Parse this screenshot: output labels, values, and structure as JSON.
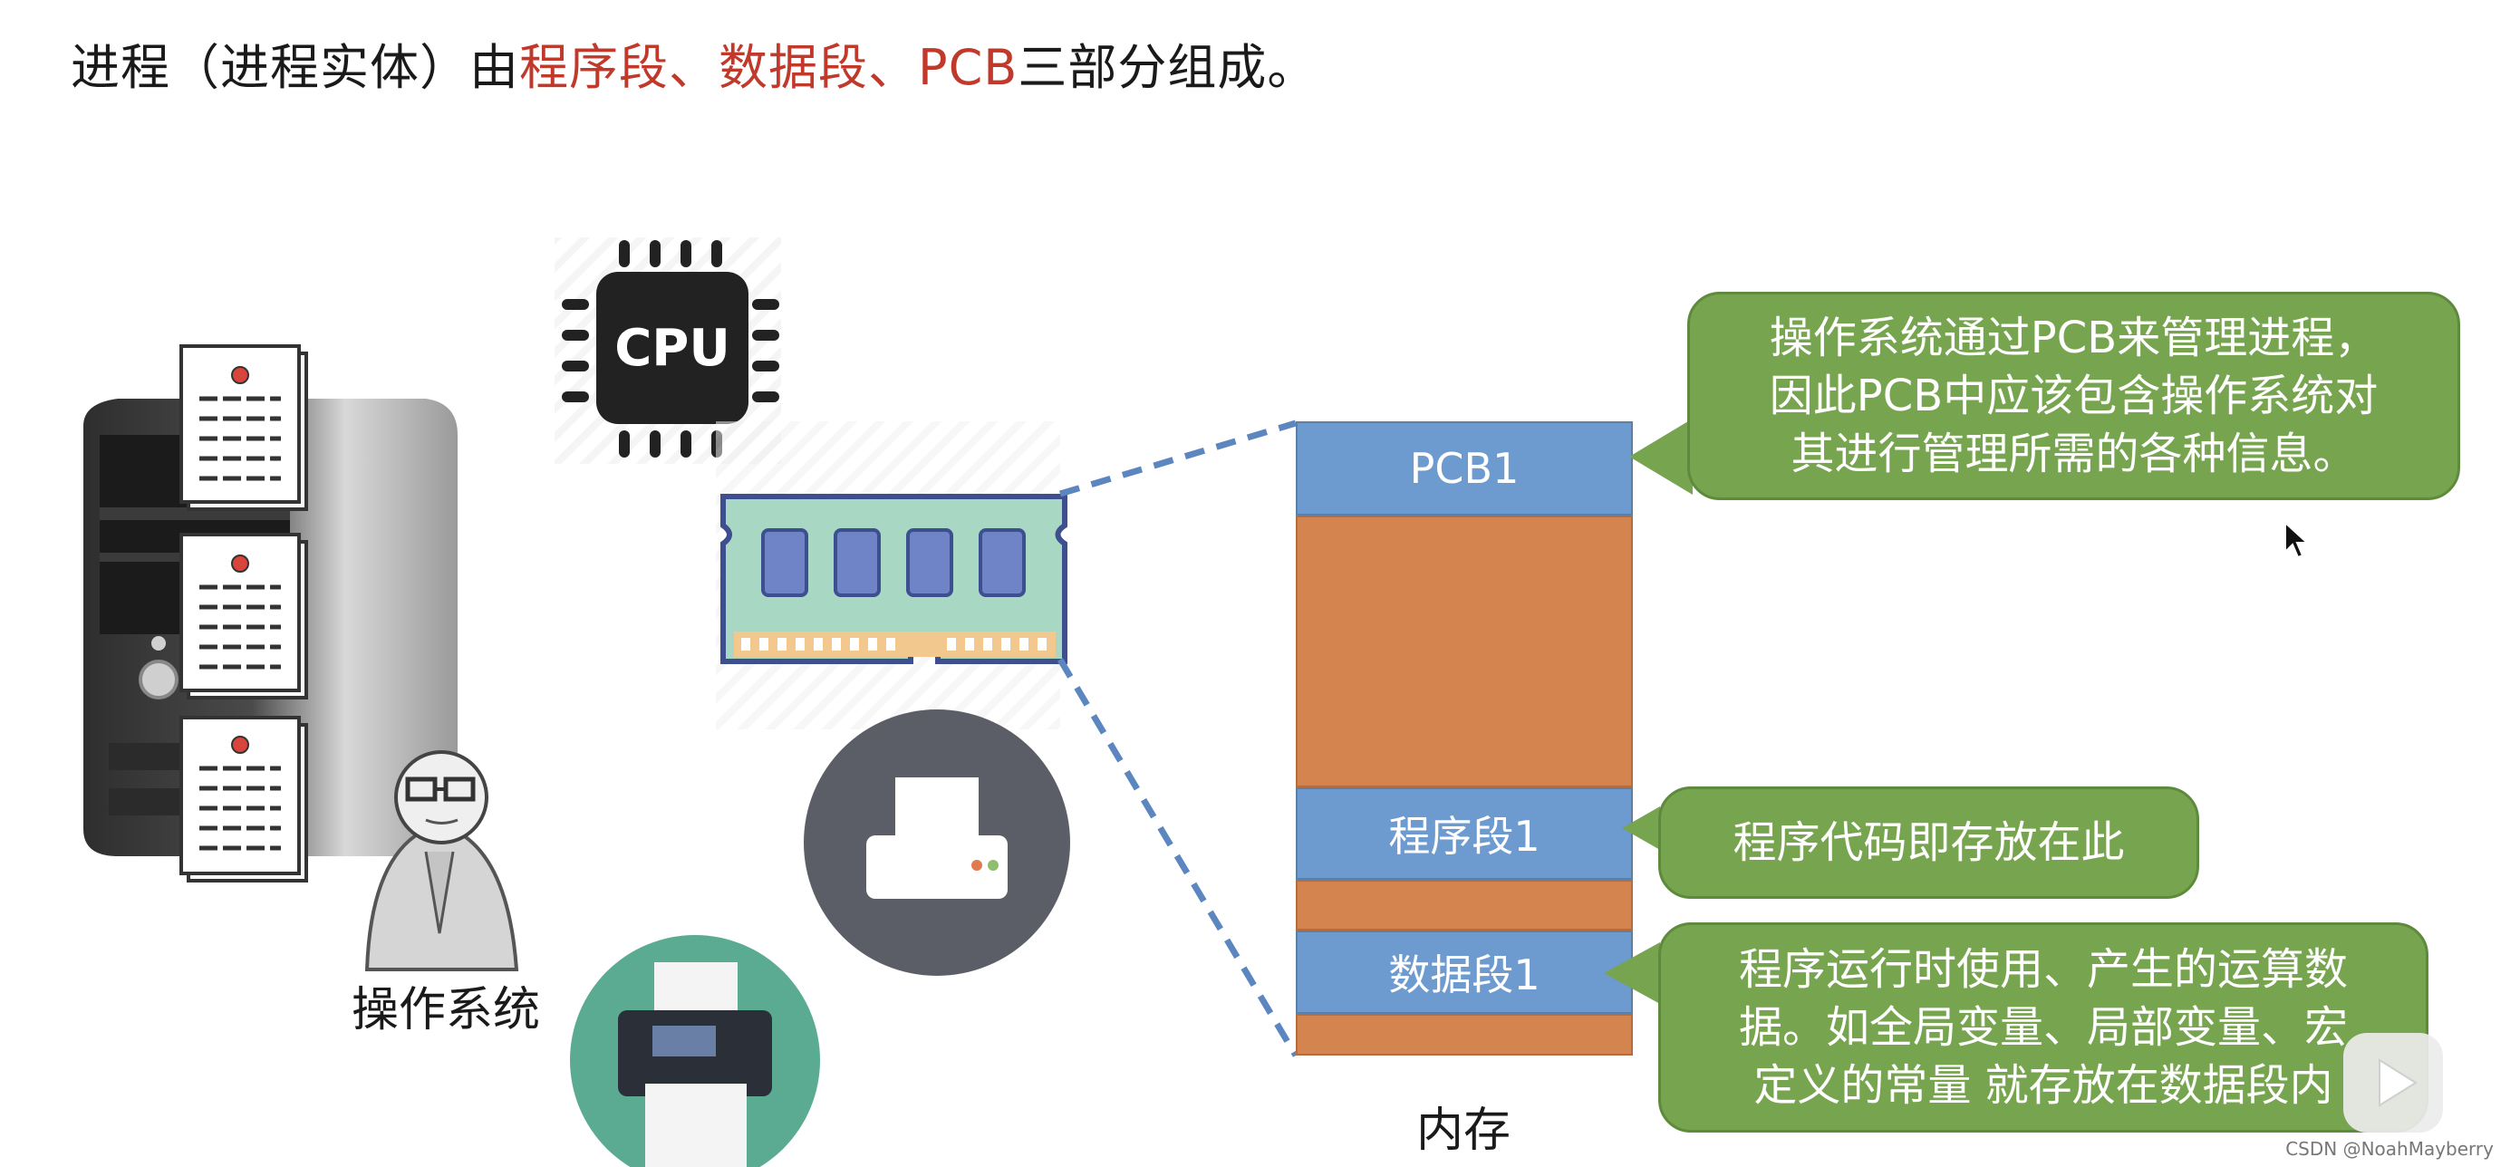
{
  "title": {
    "prefix": "进程（进程实体）由",
    "highlight1": "程序段、",
    "highlight2": "数据段、",
    "highlight3": "PCB",
    "suffix": "三部分组成。"
  },
  "icons": {
    "cpu_label": "CPU",
    "server": "server-tower-icon",
    "person": "person-icon",
    "memory": "memory-stick-icon",
    "printer": "printer-icon",
    "inkjet": "inkjet-printer-icon"
  },
  "os_label": "操作系统",
  "memory_label": "内存",
  "blocks": {
    "pcb": "PCB1",
    "code": "程序段1",
    "data": "数据段1"
  },
  "callouts": {
    "pcb": "操作系统通过PCB来管理进程，\n因此PCB中应该包含操作系统对\n其进行管理所需的各种信息。",
    "code": "程序代码即存放在此",
    "data": "程序运行时使用、产生的运算数\n据。如全局变量、局部变量、宏\n定义的常量 就存放在数据段内"
  },
  "watermark": "CSDN @NoahMayberry",
  "colors": {
    "highlight": "#c0392b",
    "block_blue": "#6d9bd0",
    "block_orange": "#d4844e",
    "callout_green": "#77a44f",
    "dashed_line": "#5b86bf"
  }
}
